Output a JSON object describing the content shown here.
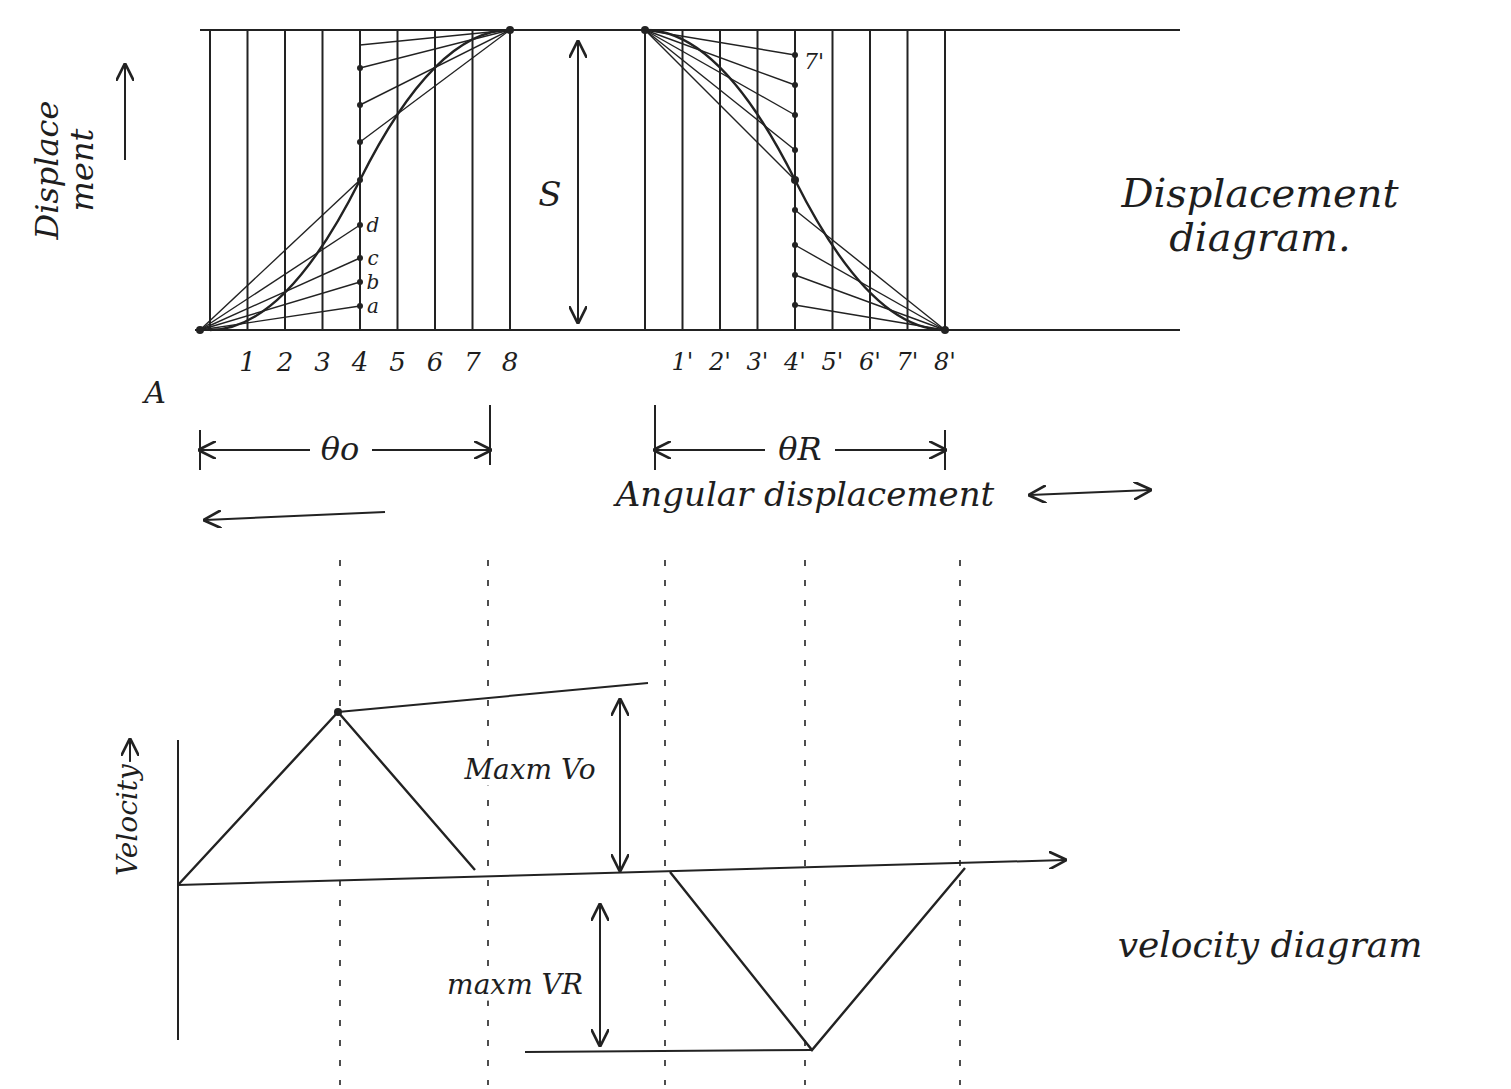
{
  "diagram": {
    "labels": [
      "Displace ment",
      "a",
      "b",
      "c",
      "d",
      "7'",
      "S",
      "Displacement diagram.",
      "A",
      "1",
      "2",
      "3",
      "4",
      "5",
      "6",
      "7",
      "8",
      "1'",
      "2'",
      "3'",
      "4'",
      "5'",
      "6'",
      "7'",
      "8'",
      "θo",
      "θR",
      "Angular displacement",
      "Velocity",
      "Maxm Vo",
      "maxm VR",
      "velocity diagram"
    ]
  }
}
